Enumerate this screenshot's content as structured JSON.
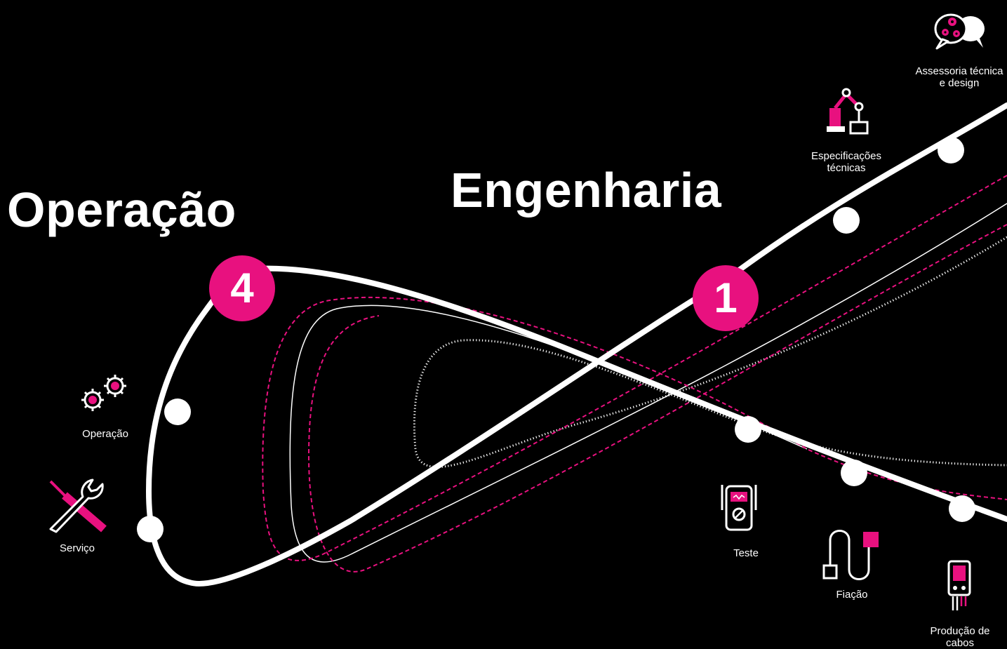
{
  "colors": {
    "background": "#000000",
    "accent": "#e8117f",
    "line": "#ffffff"
  },
  "phases": {
    "operation": {
      "title": "Operação",
      "number": "4"
    },
    "engineering": {
      "title": "Engenharia",
      "number": "1"
    }
  },
  "steps": [
    {
      "label": "Assessoria técnica\ne design",
      "icon": "speech-bubbles-gears-icon"
    },
    {
      "label": "Especificações\ntécnicas",
      "icon": "robot-arm-icon"
    },
    {
      "label": "Teste",
      "icon": "multimeter-icon"
    },
    {
      "label": "Fiação",
      "icon": "cable-icon"
    },
    {
      "label": "Produção de\ncabos",
      "icon": "cable-connector-icon"
    },
    {
      "label": "Operação",
      "icon": "gears-icon"
    },
    {
      "label": "Serviço",
      "icon": "wrench-screwdriver-icon"
    }
  ]
}
